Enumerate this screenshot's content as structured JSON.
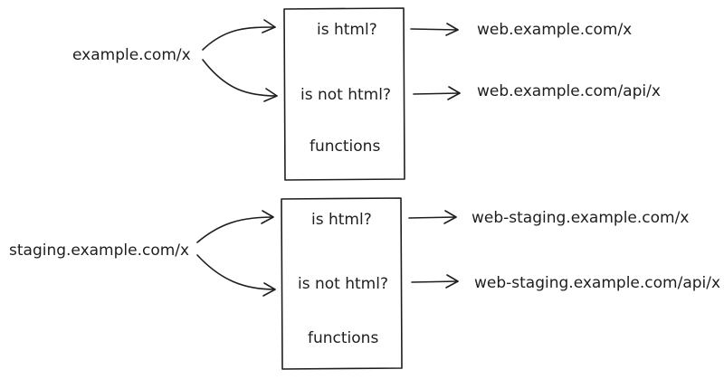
{
  "diagrams": [
    {
      "source": "example.com/x",
      "checks": [
        "is html?",
        "is not html?"
      ],
      "footer": "functions",
      "targets": [
        "web.example.com/x",
        "web.example.com/api/x"
      ]
    },
    {
      "source": "staging.example.com/x",
      "checks": [
        "is html?",
        "is not html?"
      ],
      "footer": "functions",
      "targets": [
        "web-staging.example.com/x",
        "web-staging.example.com/api/x"
      ]
    }
  ],
  "stroke_color": "#1e1e1e",
  "background": "#ffffff"
}
